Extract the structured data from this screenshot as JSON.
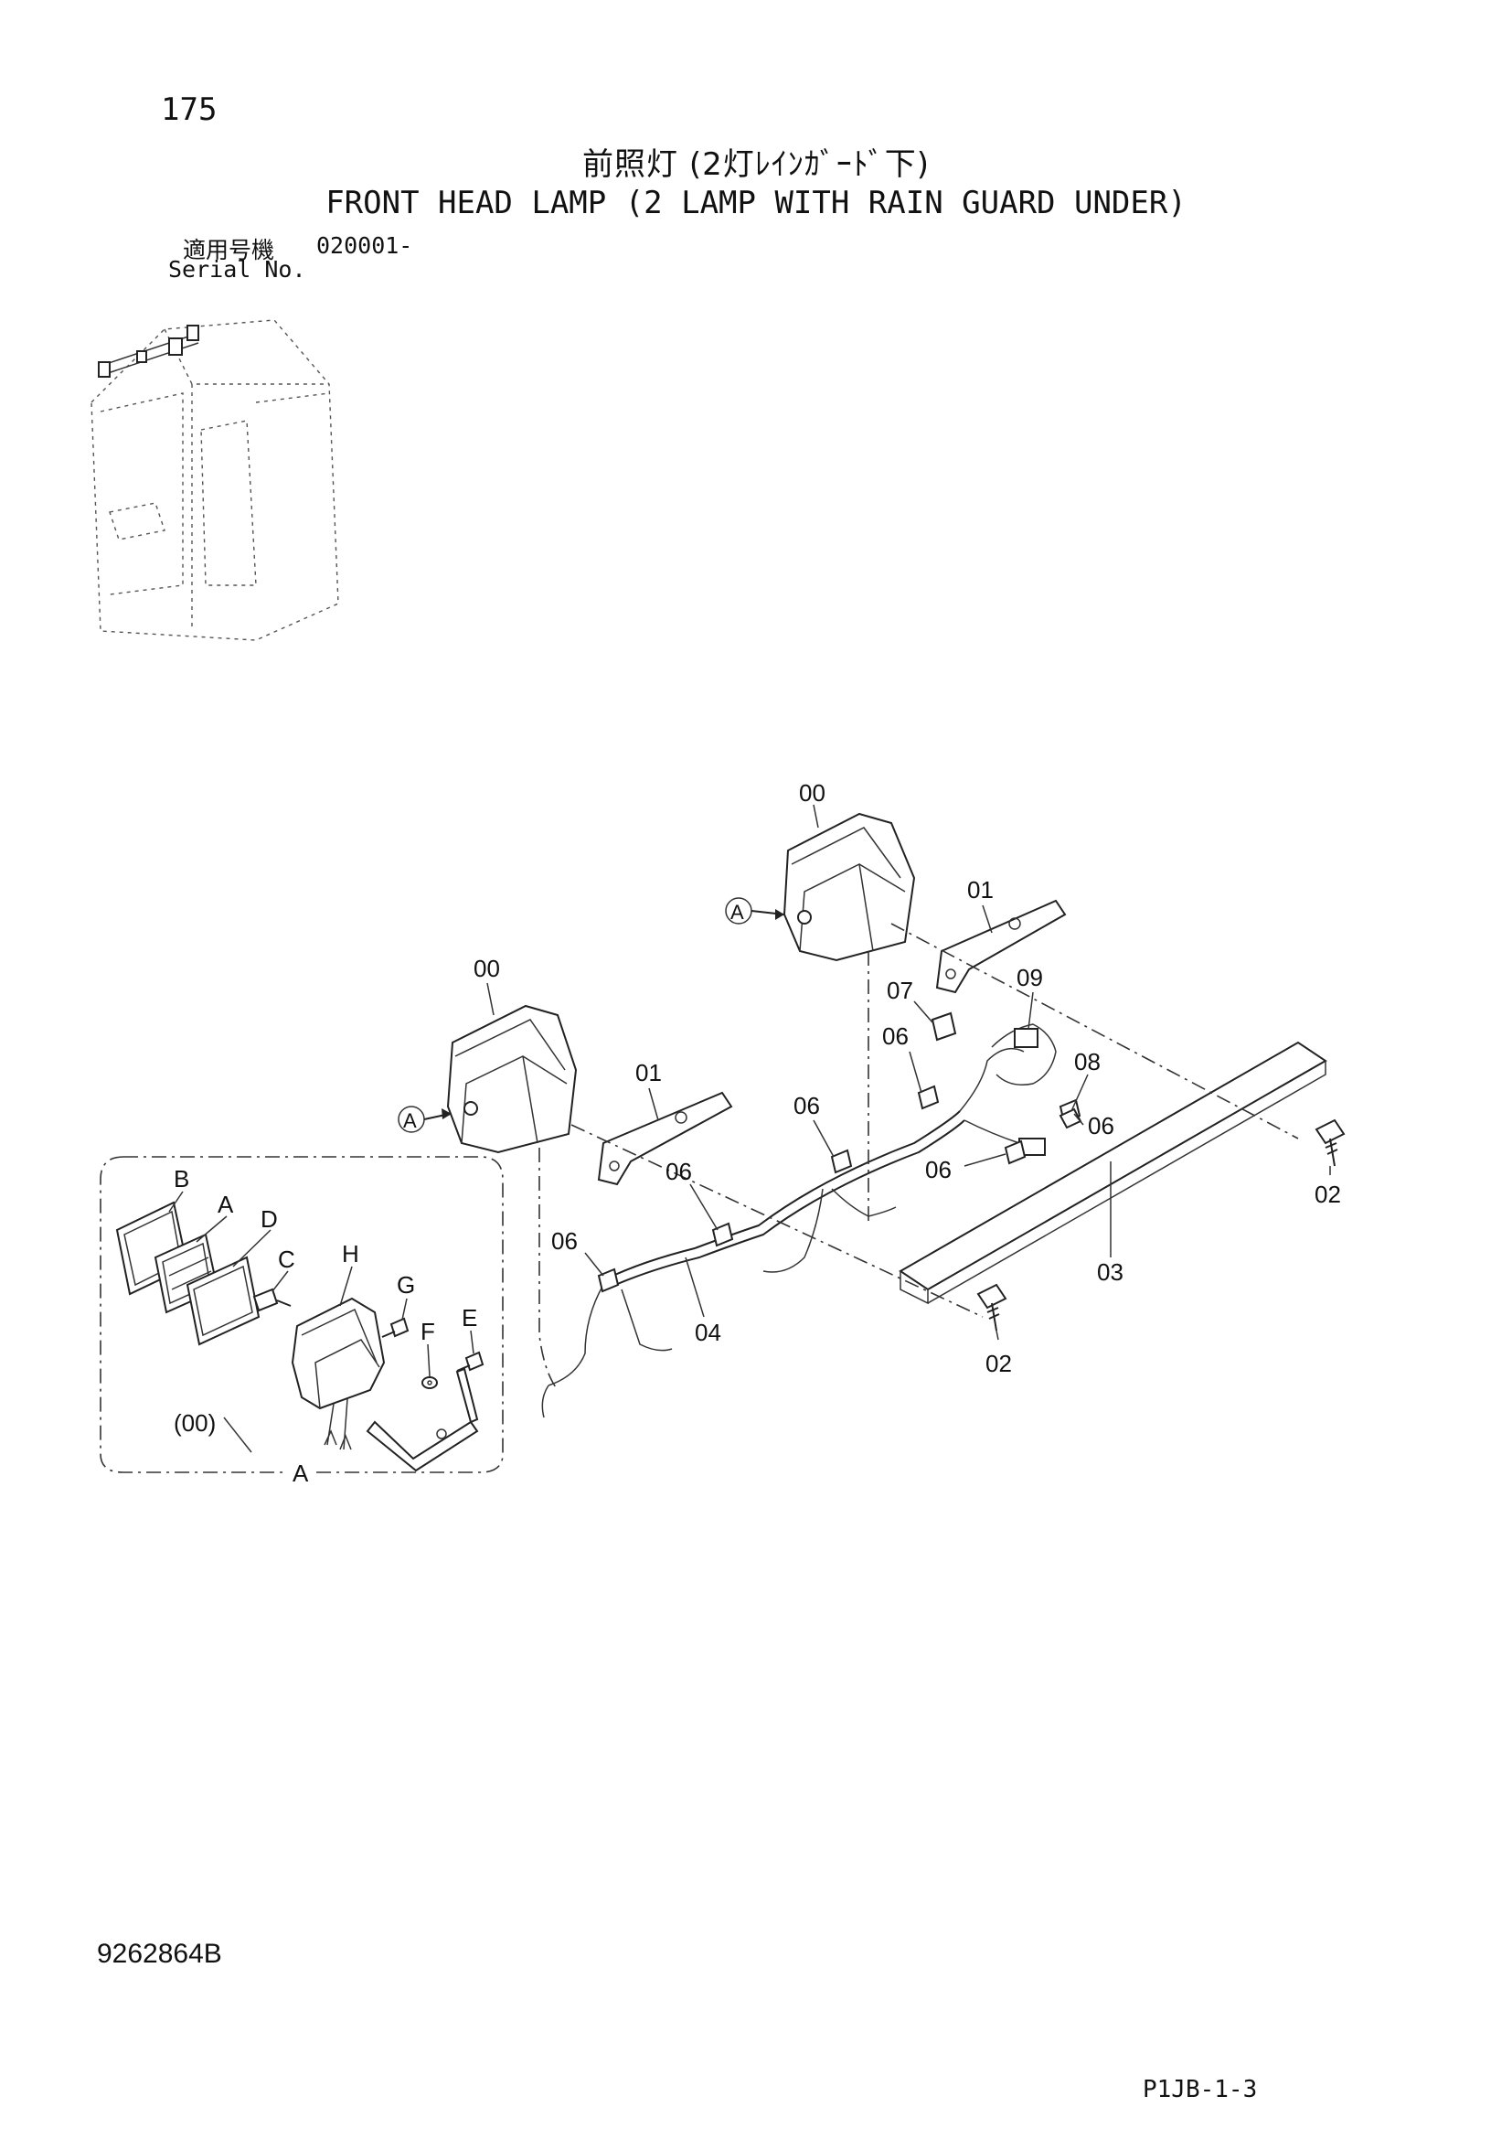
{
  "header": {
    "page_number": "175",
    "title_jp": "前照灯 (2灯ﾚｲﾝｶﾞｰﾄﾞ下)",
    "title_en": "FRONT HEAD LAMP (2 LAMP WITH RAIN GUARD UNDER)",
    "serial_label_jp": "適用号機",
    "serial_value": "020001-",
    "serial_label_en": "Serial No."
  },
  "callouts": {
    "lamp_right": "00",
    "lamp_left": "00",
    "bracket_right": "01",
    "bracket_left": "01",
    "bolt_right": "02",
    "bolt_left": "02",
    "bar": "03",
    "harness": "04",
    "clip_a": "06",
    "clip_b": "06",
    "clip_c": "06",
    "clip_d": "06",
    "clip_e": "06",
    "clip_f": "06",
    "clamp": "07",
    "nut": "08",
    "relay": "09",
    "ref_a_right": "A",
    "ref_a_left": "A"
  },
  "detail": {
    "label_b": "B",
    "label_a": "A",
    "label_d": "D",
    "label_c": "C",
    "label_h": "H",
    "label_g": "G",
    "label_f": "F",
    "label_e": "E",
    "assembly": "(00)",
    "frame_label": "A"
  },
  "footer": {
    "doc_code": "9262864B",
    "page_code": "P1JB-1-3"
  }
}
